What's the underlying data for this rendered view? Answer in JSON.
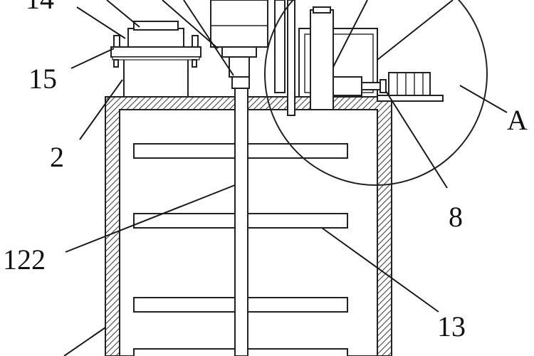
{
  "diagram": {
    "labels": {
      "l14": "14",
      "l15": "15",
      "l2": "2",
      "l122": "122",
      "l8": "8",
      "l13": "13",
      "lA": "A"
    }
  }
}
